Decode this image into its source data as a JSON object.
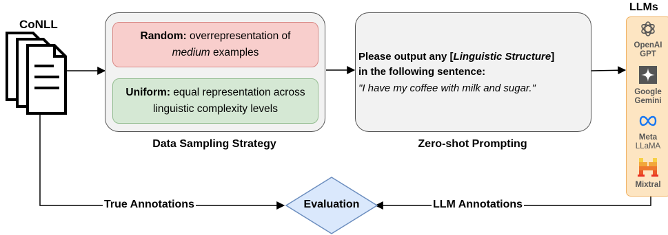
{
  "conll_label": "CoNLL",
  "llms_title": "LLMs",
  "sampling": {
    "random_bold": "Random:",
    "random_text_1": "overrepresentation of",
    "random_italic": "medium",
    "random_text_2": "examples",
    "uniform_bold": "Uniform:",
    "uniform_text_1": "equal representation across",
    "uniform_text_2": "linguistic complexity levels",
    "caption": "Data Sampling Strategy"
  },
  "prompting": {
    "line1_a": "Please output any [",
    "line1_italic": "Linguistic Structure",
    "line1_b": "]",
    "line2": "in the following sentence:",
    "example": "\"I have my coffee with milk and sugar.\"",
    "caption": "Zero-shot Prompting"
  },
  "llms": [
    {
      "name_line1": "OpenAI",
      "name_line2": "GPT",
      "icon": "openai-icon"
    },
    {
      "name_line1": "Google",
      "name_line2": "Gemini",
      "icon": "gemini-icon"
    },
    {
      "name_line1": "Meta",
      "name_line2": "LLaMA",
      "icon": "meta-icon"
    },
    {
      "name_line1": "Mixtral",
      "name_line2": "",
      "icon": "mixtral-icon"
    }
  ],
  "evaluation": {
    "label": "Evaluation",
    "left_edge_label": "True Annotations",
    "right_edge_label": "LLM Annotations"
  },
  "colors": {
    "random_fill": "#f8cecc",
    "uniform_fill": "#d5e8d4",
    "box_fill": "#f2f2f2",
    "llm_panel_fill": "#fde5c2",
    "evaluation_fill": "#dae8fc",
    "evaluation_stroke": "#6c8ebf"
  }
}
